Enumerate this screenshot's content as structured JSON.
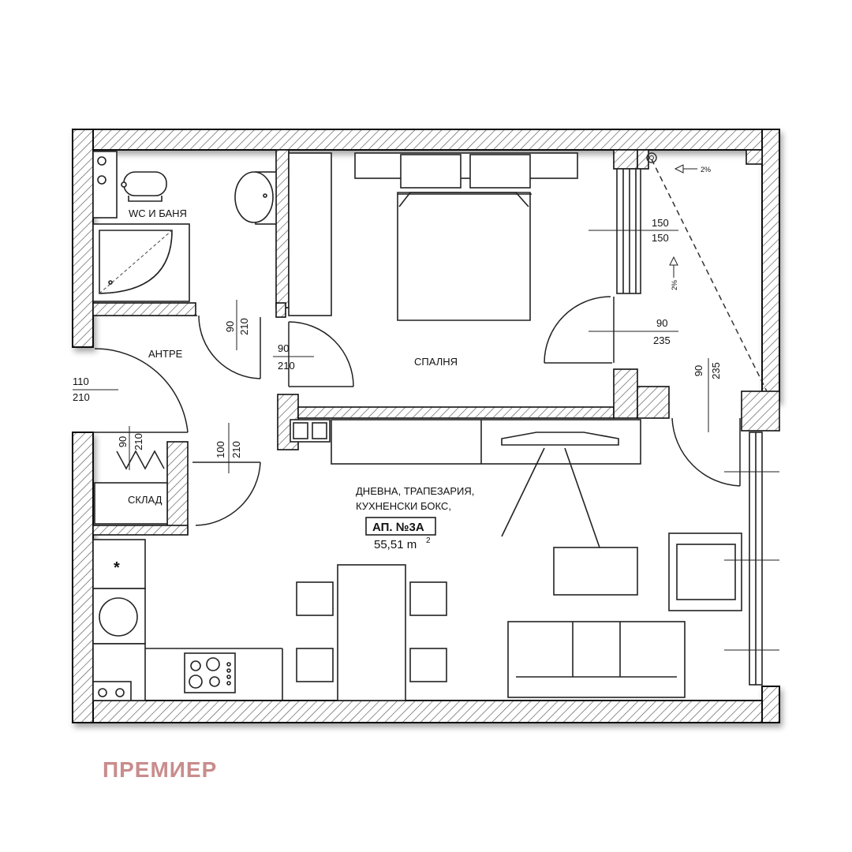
{
  "rooms": {
    "wc": "WC И БАНЯ",
    "hall": "АНТРЕ",
    "bedroom": "СПАЛНЯ",
    "storage": "СКЛАД",
    "living_line1": "ДНЕВНА, ТРАПЕЗАРИЯ,",
    "living_line2": "КУХНЕНСКИ БОКС,"
  },
  "apartment": {
    "name": "АП. №3А",
    "area_value": "55,51 m",
    "area_unit_exp": "2"
  },
  "openings": {
    "window_bedroom": [
      "150",
      "150"
    ],
    "door_balcony": [
      "90",
      "235"
    ],
    "door_balcony_vertical": [
      "90",
      "235"
    ],
    "door_bath": [
      "90",
      "210"
    ],
    "door_bedroom": [
      "90",
      "210"
    ],
    "door_entry": [
      "110",
      "210"
    ],
    "door_storage": [
      "90",
      "210"
    ],
    "door_living": [
      "100",
      "210"
    ]
  },
  "slopes": [
    "2%",
    "2%"
  ],
  "marker": "*",
  "brand": "ПРЕМИЕР"
}
